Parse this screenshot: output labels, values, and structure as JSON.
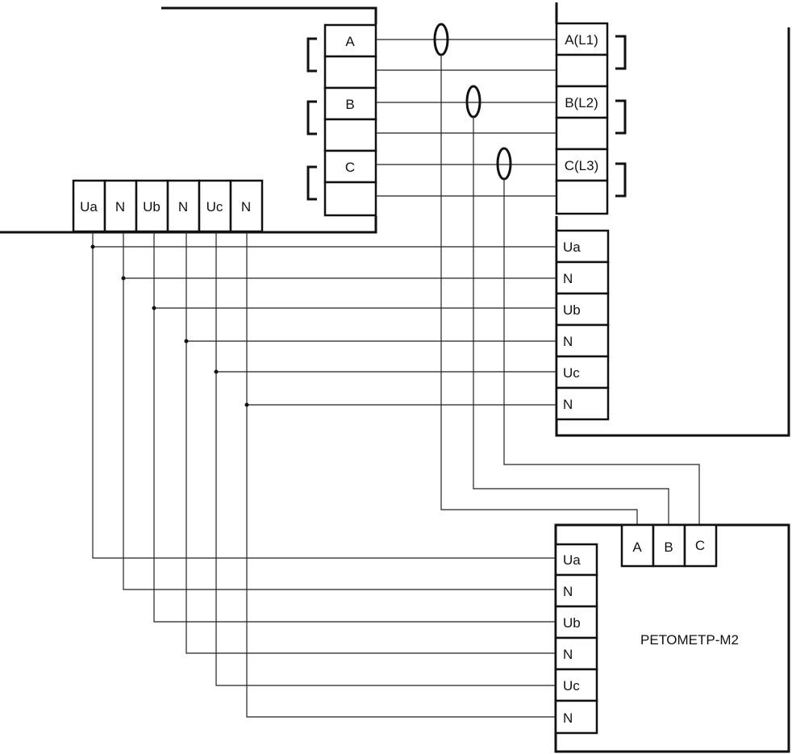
{
  "devices": {
    "generator": {
      "current_terminals": [
        "A",
        "",
        "B",
        "",
        "C",
        ""
      ],
      "voltage_terminals": [
        "Ua",
        "N",
        "Ub",
        "N",
        "Uc",
        "N"
      ]
    },
    "meter": {
      "current_terminals": [
        "A(L1)",
        "",
        "B(L2)",
        "",
        "C(L3)",
        ""
      ],
      "voltage_terminals": [
        "Ua",
        "N",
        "Ub",
        "N",
        "Uc",
        "N"
      ]
    },
    "retometer": {
      "name": "РЕТОМЕТР-М2",
      "clamp_terminals": [
        "A",
        "B",
        "C"
      ],
      "voltage_terminals": [
        "Ua",
        "N",
        "Ub",
        "N",
        "Uc",
        "N"
      ]
    }
  }
}
